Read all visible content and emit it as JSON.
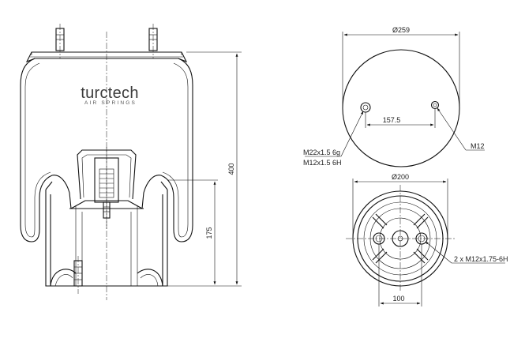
{
  "brand": {
    "name": "turctech",
    "tagline": "AIR SPRINGS"
  },
  "side_view": {
    "overall_height": "400",
    "piston_height": "175"
  },
  "top_view": {
    "diameter": "Ø259",
    "stud_spacing": "157.5",
    "left_callout_line1": "M22x1.5 6g",
    "left_callout_line2": "M12x1.5 6H",
    "right_callout": "M12"
  },
  "bottom_view": {
    "diameter": "Ø200",
    "hole_callout": "2 x M12x1.75-6H",
    "hole_spacing": "100"
  }
}
